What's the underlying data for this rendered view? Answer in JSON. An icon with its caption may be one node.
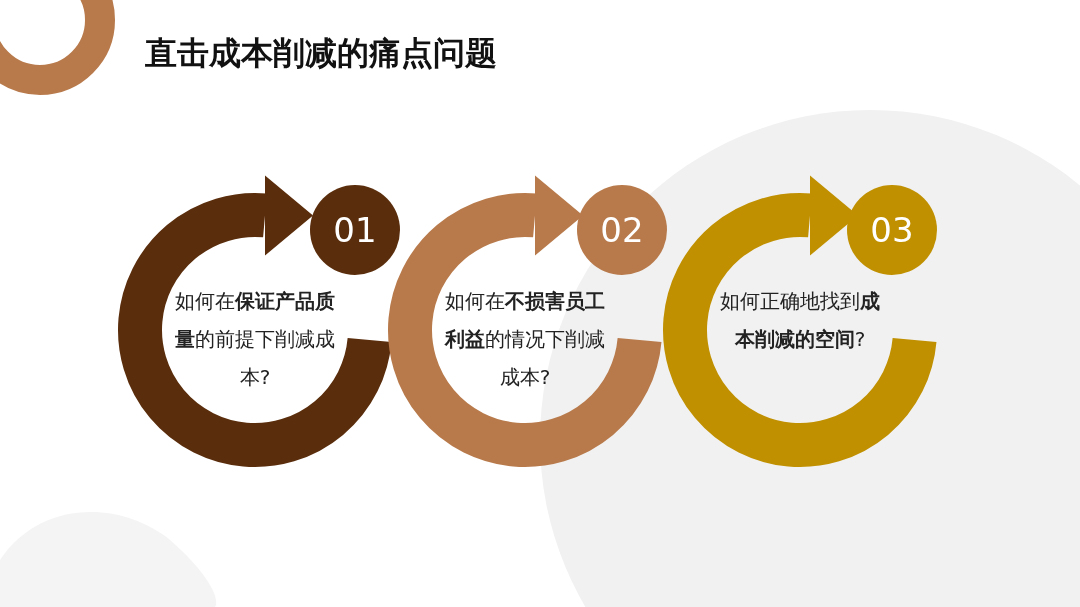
{
  "diagram": {
    "title": "直击成本削减的痛点问题",
    "nodes": [
      {
        "text": [
          "01"
        ]
      },
      {
        "text": [
          "如何在**保证产品质量**的前提下削减成本?"
        ]
      },
      {
        "text": [
          "02"
        ]
      },
      {
        "text": [
          "如何在**不损害员工利益**的情况下削减成本?"
        ]
      },
      {
        "text": [
          "03"
        ]
      },
      {
        "text": [
          "如何正确地找到**成本削减的空间**?"
        ]
      }
    ]
  }
}
